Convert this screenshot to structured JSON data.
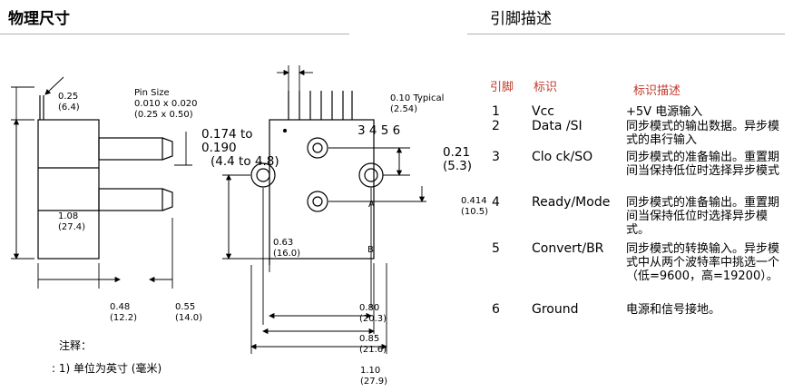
{
  "headings": {
    "physical_size": "物理尺寸",
    "pin_description": "引脚描述"
  },
  "side_view": {
    "dim_top": [
      "0.25",
      "(6.4)"
    ],
    "pin_size": [
      "Pin Size",
      "0.010 x 0.020",
      "(0.25 x 0.50)"
    ],
    "dim_height": [
      "1.08",
      "(27.4)"
    ],
    "dim_048": [
      "0.48",
      "(12.2)"
    ],
    "dim_055": [
      "0.55",
      "(14.0)"
    ]
  },
  "front_view": {
    "typical": [
      "0.10 Typical",
      "(2.54)"
    ],
    "pin_numbers": "3 4 5 6",
    "dim_0174": [
      "0.174 to",
      "0.190",
      "(4.4 to 4.8)"
    ],
    "dim_021": [
      "0.21",
      "(5.3)"
    ],
    "dim_0414": [
      "0.414",
      "(10.5)"
    ],
    "dim_063": [
      "0.63",
      "(16.0)"
    ],
    "label_a": "A",
    "label_b": "B",
    "dim_080": [
      "0.80",
      "(20.3)"
    ],
    "dim_085": [
      "0.85",
      "(21.6)"
    ],
    "dim_110": [
      "1.10",
      "(27.9)"
    ]
  },
  "notes": {
    "title": "注释：",
    "item1": ": 1) 单位为英寸 (毫米)"
  },
  "pin_table": {
    "headers": {
      "pin": "引脚",
      "label": "标识",
      "desc": "标识描述"
    },
    "rows": [
      {
        "pin": "1",
        "label": "Vcc",
        "desc": "+5V 电源输入"
      },
      {
        "pin": "2",
        "label": "Data  /SI",
        "desc": "同步模式的输出数据。异步模式的串行输入"
      },
      {
        "pin": "3",
        "label": "Clo ck/SO",
        "desc": "同步模式的准备输出。重置期间当保持低位时选择异步模式"
      },
      {
        "pin": "4",
        "label": "Ready/Mode",
        "desc": "同步模式的准备输出。重置期间当保持低位时选择异步模式。"
      },
      {
        "pin": "5",
        "label": "Convert/BR",
        "desc": "同步模式的转换输入。异步模式中从两个波特率中挑选一个（低=9600，高=19200）。"
      },
      {
        "pin": "6",
        "label": "Ground",
        "desc": "电源和信号接地。"
      }
    ]
  }
}
